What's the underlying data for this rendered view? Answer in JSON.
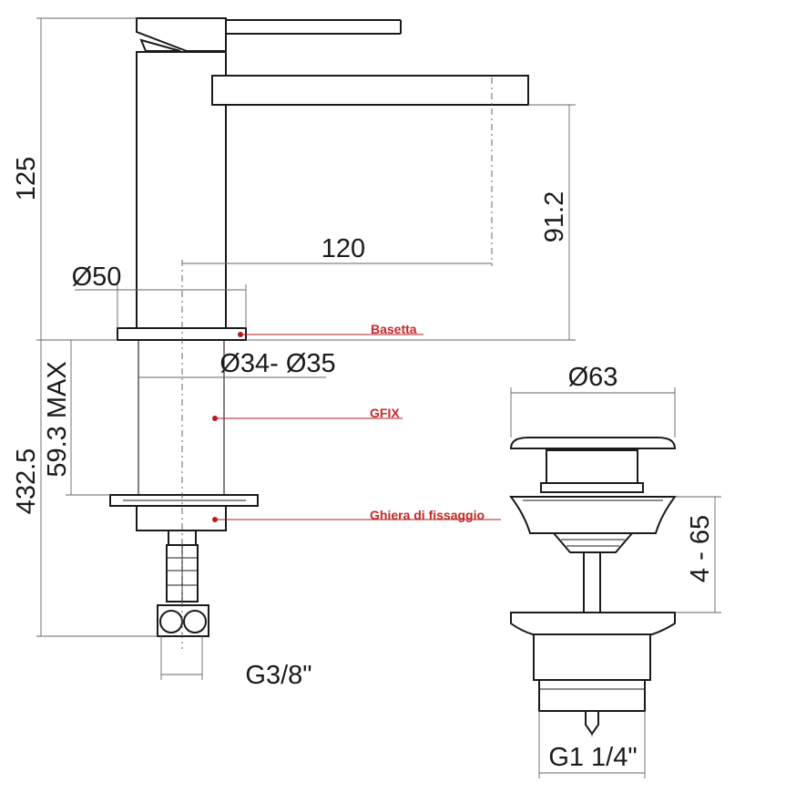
{
  "dimensions": {
    "height_total": "125",
    "spout_height": "91.2",
    "spout_reach": "120",
    "base_diameter": "Ø50",
    "hole_diameter": "Ø34- Ø35",
    "max_thickness": "59.3 MAX",
    "hose_length": "432.5",
    "connection": "G3/8\"",
    "plug_diameter": "Ø63",
    "plug_thickness": "4 - 65",
    "waste_thread": "G1 1/4\""
  },
  "labels": {
    "base": "Basetta",
    "fixing": "GFIX",
    "nut": "Ghiera di fissaggio"
  },
  "colors": {
    "line": "#1a1a1a",
    "label": "#c62828"
  }
}
